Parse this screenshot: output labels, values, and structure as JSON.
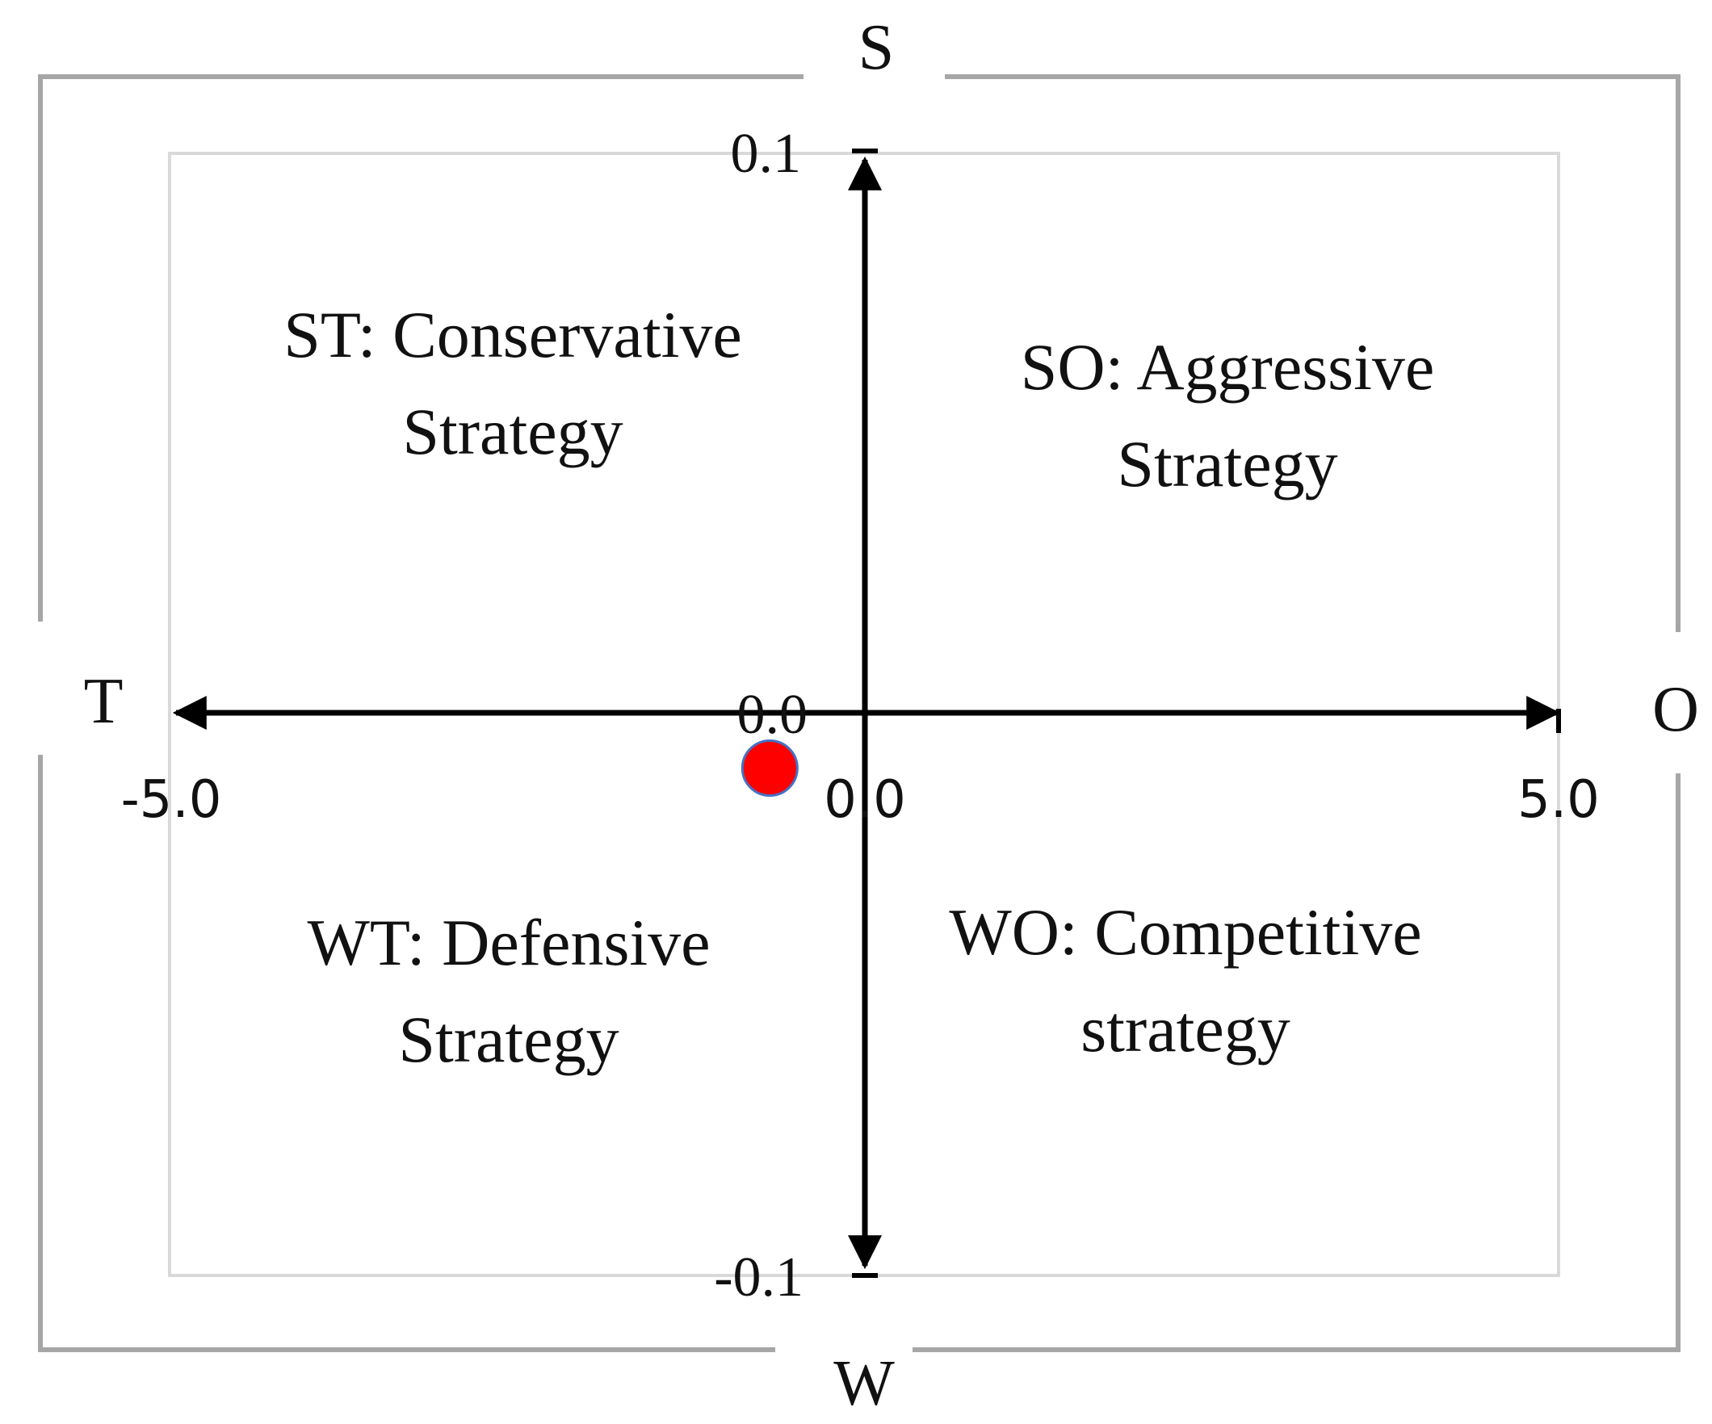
{
  "chart_data": {
    "type": "scatter",
    "axis_labels": {
      "top": "S",
      "bottom": "W",
      "left": "T",
      "right": "O"
    },
    "x_ticks": {
      "min": "-5.0",
      "zero": "0.0",
      "max": "5.0"
    },
    "y_ticks": {
      "max": "0.1",
      "zero": "0.0",
      "min": "-0.1"
    },
    "xlim": [
      -5,
      5
    ],
    "ylim": [
      -0.1,
      0.1
    ],
    "quadrants": {
      "st": {
        "line1": "ST: Conservative",
        "line2": "Strategy"
      },
      "so": {
        "line1": "SO: Aggressive",
        "line2": "Strategy"
      },
      "wt": {
        "line1": "WT: Defensive",
        "line2": "Strategy"
      },
      "wo": {
        "line1": "WO: Competitive",
        "line2": "strategy"
      }
    },
    "points": [
      {
        "x": -0.7,
        "y": -0.01,
        "color": "#ff0000"
      }
    ],
    "colors": {
      "axis": "#000000",
      "outer_frame": "#a6a6a6",
      "inner_frame": "#d9d9d9",
      "point_stroke": "#4472c4"
    },
    "grid": false
  }
}
